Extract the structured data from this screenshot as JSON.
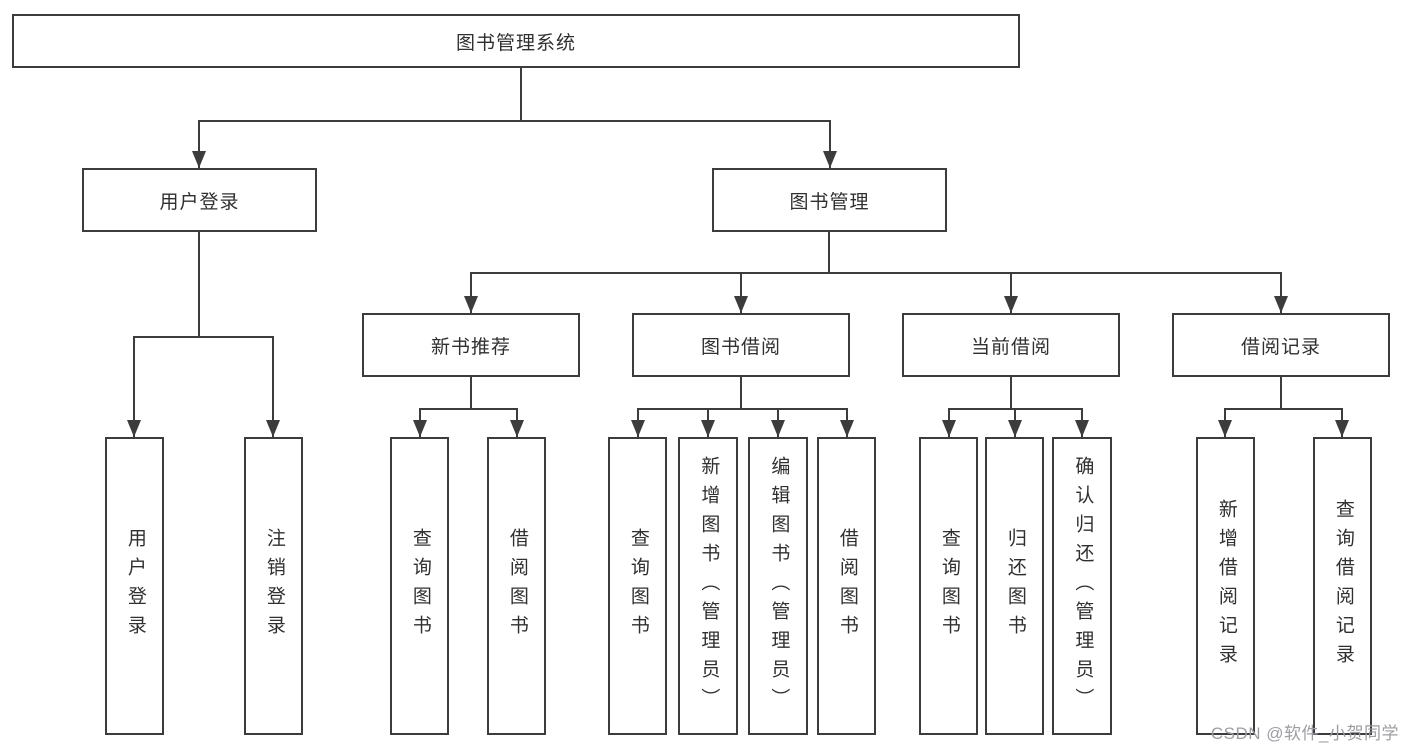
{
  "diagram": {
    "type": "hierarchy-tree",
    "root": {
      "id": "library-management-system",
      "label": "图书管理系统"
    },
    "level1": [
      {
        "id": "user-login",
        "label": "用户登录",
        "parent": "library-management-system"
      },
      {
        "id": "book-management",
        "label": "图书管理",
        "parent": "library-management-system"
      }
    ],
    "level2": [
      {
        "id": "new-book-recommend",
        "label": "新书推荐",
        "parent": "book-management"
      },
      {
        "id": "book-borrow",
        "label": "图书借阅",
        "parent": "book-management"
      },
      {
        "id": "current-borrow",
        "label": "当前借阅",
        "parent": "book-management"
      },
      {
        "id": "borrow-records",
        "label": "借阅记录",
        "parent": "book-management"
      }
    ],
    "leaves": [
      {
        "label": "用户登录",
        "parent": "user-login"
      },
      {
        "label": "注销登录",
        "parent": "user-login"
      },
      {
        "label": "查询图书",
        "parent": "new-book-recommend"
      },
      {
        "label": "借阅图书",
        "parent": "new-book-recommend"
      },
      {
        "label": "查询图书",
        "parent": "book-borrow"
      },
      {
        "label": "新增图书（管理员）",
        "parent": "book-borrow"
      },
      {
        "label": "编辑图书（管理员）",
        "parent": "book-borrow"
      },
      {
        "label": "借阅图书",
        "parent": "book-borrow"
      },
      {
        "label": "查询图书",
        "parent": "current-borrow"
      },
      {
        "label": "归还图书",
        "parent": "current-borrow"
      },
      {
        "label": "确认归还（管理员）",
        "parent": "current-borrow"
      },
      {
        "label": "新增借阅记录",
        "parent": "borrow-records"
      },
      {
        "label": "查询借阅记录",
        "parent": "borrow-records"
      }
    ],
    "colors": {
      "line": "#3c3c3c",
      "box_border": "#3c3c3c",
      "text": "#303030",
      "background": "#ffffff"
    }
  },
  "watermark": {
    "text": "CSDN @软件_小贺同学",
    "color": "#9d9da3"
  }
}
